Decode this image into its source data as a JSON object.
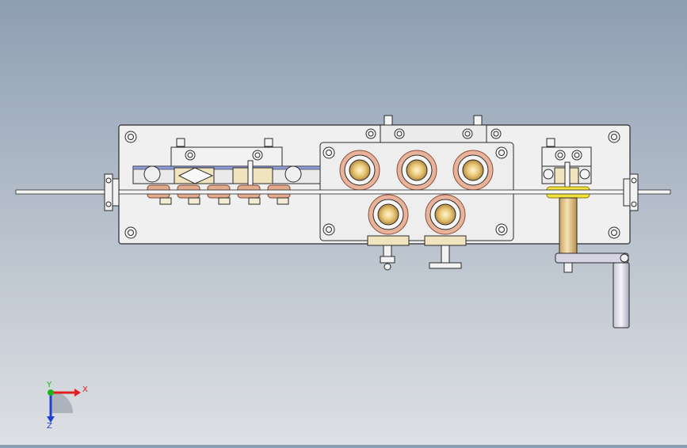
{
  "triad": {
    "x_label": "X",
    "y_label": "Y",
    "z_label": "Z",
    "x_color": "#e02020",
    "y_color": "#20b020",
    "z_color": "#2040d0"
  },
  "colors": {
    "plate": "#f0f0f0",
    "outline": "#2a2a2a",
    "copper": "#d99a7a",
    "copper_light": "#e8b9a0",
    "brass": "#eedfb0",
    "gold": "#ecd35a",
    "yellow_wheel": "#f2e23c",
    "wire": "#f6f6f6"
  }
}
